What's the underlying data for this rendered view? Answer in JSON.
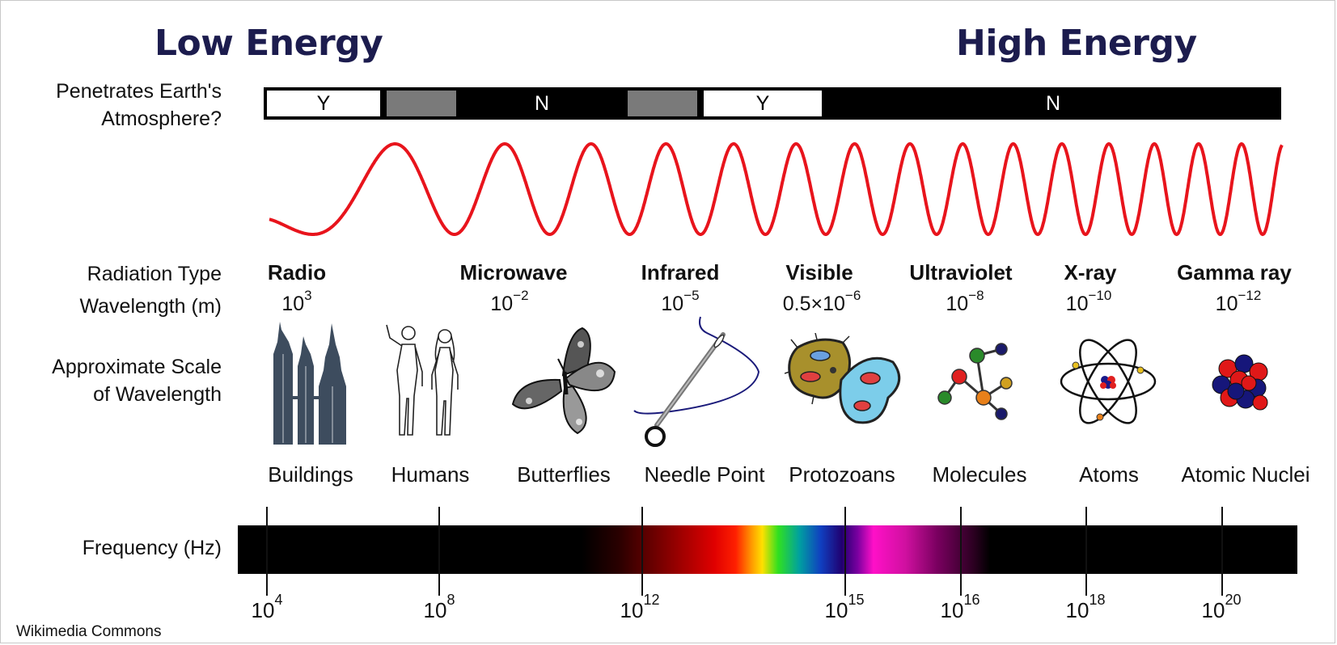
{
  "title_low": "Low Energy",
  "title_high": "High Energy",
  "labels": {
    "atmosphere_line1": "Penetrates Earth's",
    "atmosphere_line2": "Atmosphere?",
    "radiation_type": "Radiation Type",
    "wavelength": "Wavelength (m)",
    "scale_line1": "Approximate Scale",
    "scale_line2": "of Wavelength",
    "frequency": "Frequency (Hz)"
  },
  "atmosphere": [
    {
      "label": "Y",
      "style": "white"
    },
    {
      "label": "",
      "style": "gray"
    },
    {
      "label": "N",
      "style": "black"
    },
    {
      "label": "",
      "style": "gray"
    },
    {
      "label": "Y",
      "style": "white"
    },
    {
      "label": "N",
      "style": "black"
    }
  ],
  "radiation_types": [
    {
      "name": "Radio",
      "wl_base": "10",
      "wl_exp": "3"
    },
    {
      "name": "Microwave",
      "wl_base": "10",
      "wl_exp": "−2"
    },
    {
      "name": "Infrared",
      "wl_base": "10",
      "wl_exp": "−5"
    },
    {
      "name": "Visible",
      "wl_base": "0.5×10",
      "wl_exp": "−6"
    },
    {
      "name": "Ultraviolet",
      "wl_base": "10",
      "wl_exp": "−8"
    },
    {
      "name": "X-ray",
      "wl_base": "10",
      "wl_exp": "−10"
    },
    {
      "name": "Gamma ray",
      "wl_base": "10",
      "wl_exp": "−12"
    }
  ],
  "scales": [
    {
      "name": "Buildings",
      "icon": "buildings-icon"
    },
    {
      "name": "Humans",
      "icon": "humans-icon"
    },
    {
      "name": "Butterflies",
      "icon": "butterfly-icon"
    },
    {
      "name": "Needle Point",
      "icon": "needle-icon"
    },
    {
      "name": "Protozoans",
      "icon": "protozoan-icon"
    },
    {
      "name": "Molecules",
      "icon": "molecule-icon"
    },
    {
      "name": "Atoms",
      "icon": "atom-icon"
    },
    {
      "name": "Atomic Nuclei",
      "icon": "nucleus-icon"
    }
  ],
  "frequency_ticks": [
    {
      "base": "10",
      "exp": "4"
    },
    {
      "base": "10",
      "exp": "8"
    },
    {
      "base": "10",
      "exp": "12"
    },
    {
      "base": "10",
      "exp": "15"
    },
    {
      "base": "10",
      "exp": "16"
    },
    {
      "base": "10",
      "exp": "18"
    },
    {
      "base": "10",
      "exp": "20"
    }
  ],
  "colors": {
    "wave": "#e8141c",
    "title": "#1c1c4e",
    "gray_segment": "#7a7a7a"
  },
  "credit": "Wikimedia Commons"
}
